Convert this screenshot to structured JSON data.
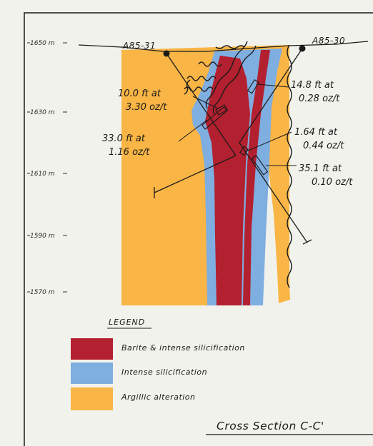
{
  "colors": {
    "barite": "#b3202f",
    "silicification": "#7faee0",
    "argillic": "#f9b545",
    "background": "#f2f2ec",
    "line": "#1a1a1a"
  },
  "elevations": [
    {
      "label": "1650 m",
      "value": 1650
    },
    {
      "label": "1630 m",
      "value": 1630
    },
    {
      "label": "1610 m",
      "value": 1610
    },
    {
      "label": "1590 m",
      "value": 1590
    },
    {
      "label": "1570 m",
      "value": 1570
    }
  ],
  "drillholes": [
    {
      "id": "A85-31"
    },
    {
      "id": "A85-30"
    }
  ],
  "annotations": [
    {
      "line1": "10.0 ft at",
      "line2": "3.30 oz/t"
    },
    {
      "line1": "33.0 ft at",
      "line2": "1.16 oz/t"
    },
    {
      "line1": "14.8 ft at",
      "line2": "0.28 oz/t"
    },
    {
      "line1": "1.64 ft at",
      "line2": "0.44 oz/t"
    },
    {
      "line1": "35.1 ft at",
      "line2": "0.10 oz/t"
    }
  ],
  "legend": {
    "title": "LEGEND",
    "items": [
      {
        "label": "Barite & intense silicification",
        "color": "#b3202f"
      },
      {
        "label": "Intense silicification",
        "color": "#7faee0"
      },
      {
        "label": "Argillic alteration",
        "color": "#f9b545"
      }
    ]
  },
  "section_title": "Cross Section C-C'"
}
